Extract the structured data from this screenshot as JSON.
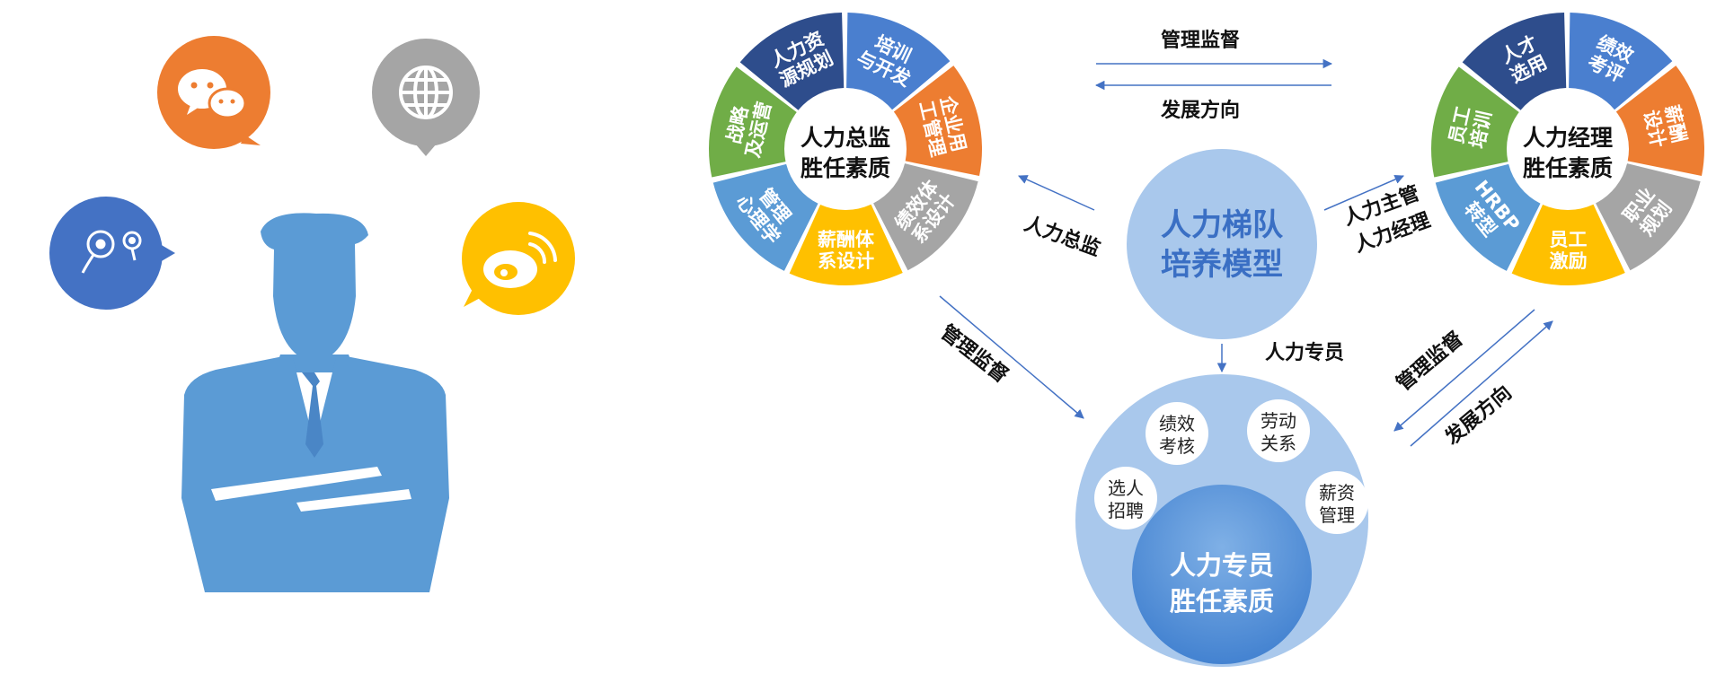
{
  "colors": {
    "blue_dark": "#2e4d8c",
    "blue": "#4a7fcf",
    "blue_light": "#5b9bd5",
    "orange": "#ed7d31",
    "gray": "#a5a5a5",
    "yellow": "#ffc000",
    "green": "#70ad47",
    "core_blue": "#a9c8ec",
    "person_blue": "#5b9bd5"
  },
  "icons": {
    "wechat": "wechat-icon",
    "globe": "globe-icon",
    "pins": "location-pins-icon",
    "weibo": "weibo-icon"
  },
  "core": {
    "line1": "人力梯队",
    "line2": "培养模型"
  },
  "director_ring": {
    "center_line1": "人力总监",
    "center_line2": "胜任素质",
    "segments": [
      {
        "line1": "人力资",
        "line2": "源规划"
      },
      {
        "line1": "培训",
        "line2": "与开发"
      },
      {
        "line1": "企业用",
        "line2": "工管理"
      },
      {
        "line1": "绩效体",
        "line2": "系设计"
      },
      {
        "line1": "薪酬体",
        "line2": "系设计"
      },
      {
        "line1": "管理",
        "line2": "心理学"
      },
      {
        "line1": "战略",
        "line2": "及运营"
      }
    ]
  },
  "manager_ring": {
    "center_line1": "人力经理",
    "center_line2": "胜任素质",
    "segments": [
      {
        "line1": "人才",
        "line2": "选用"
      },
      {
        "line1": "绩效",
        "line2": "考评"
      },
      {
        "line1": "薪酬",
        "line2": "设计"
      },
      {
        "line1": "职业",
        "line2": "规划"
      },
      {
        "line1": "员工",
        "line2": "激励"
      },
      {
        "line1": "HRBP",
        "line2": "转型"
      },
      {
        "line1": "员工",
        "line2": "培训"
      }
    ]
  },
  "specialist": {
    "center_line1": "人力专员",
    "center_line2": "胜任素质",
    "items": [
      {
        "line1": "绩效",
        "line2": "考核"
      },
      {
        "line1": "劳动",
        "line2": "关系"
      },
      {
        "line1": "选人",
        "line2": "招聘"
      },
      {
        "line1": "薪资",
        "line2": "管理"
      }
    ]
  },
  "labels": {
    "top_supervise": "管理监督",
    "top_develop": "发展方向",
    "director": "人力总监",
    "manager_line1": "人力主管",
    "manager_line2": "人力经理",
    "specialist": "人力专员",
    "left_supervise": "管理监督",
    "right_supervise": "管理监督",
    "right_develop": "发展方向"
  }
}
